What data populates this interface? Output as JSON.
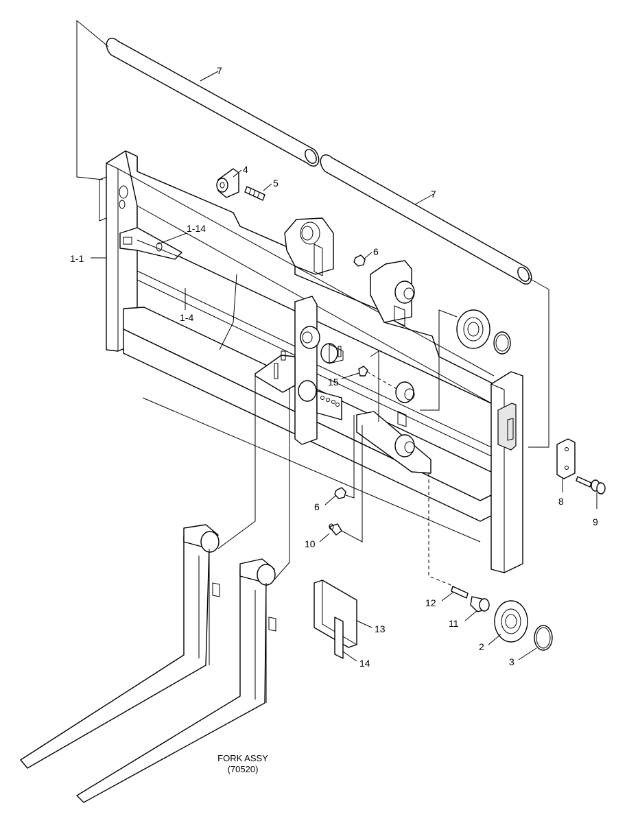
{
  "callouts": {
    "c7a": "7",
    "c7b": "7",
    "c4": "4",
    "c5": "5",
    "c6a": "6",
    "c6b": "6",
    "c114": "1-14",
    "c11": "1-1",
    "c14": "1-4",
    "c15": "15",
    "c8": "8",
    "c9": "9",
    "c10": "10",
    "c12": "12",
    "c11b": "11",
    "c2": "2",
    "c3": "3",
    "c13": "13",
    "c14b": "14"
  },
  "caption": {
    "line1": "FORK ASSY",
    "line2": "(70520)"
  }
}
